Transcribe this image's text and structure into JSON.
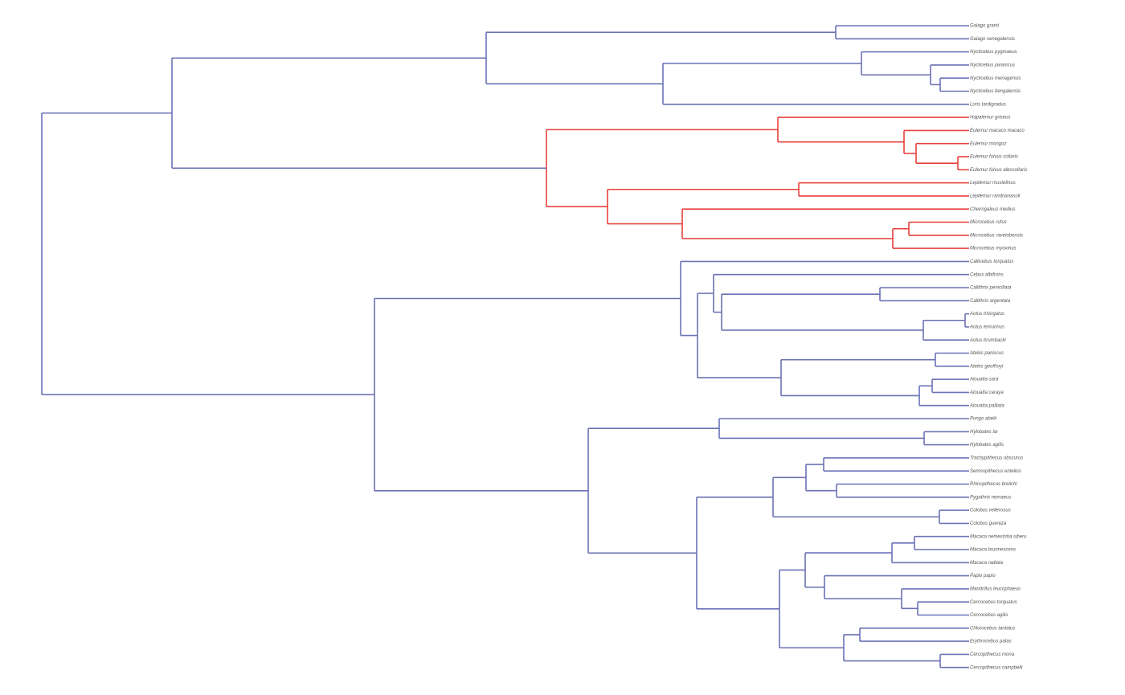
{
  "colors": {
    "default_branch": "#6b72b5",
    "highlight_branch": "#e8413c",
    "label_text": "#555555"
  },
  "tips": [
    {
      "key": "galago_granti",
      "label": "Galago granti"
    },
    {
      "key": "galago_senegalensis",
      "label": "Galago senegalensis"
    },
    {
      "key": "nycticebus_pygmaeus",
      "label": "Nycticebus pygmaeus"
    },
    {
      "key": "nycticebus_javanicus",
      "label": "Nycticebus javanicus"
    },
    {
      "key": "nycticebus_menagensis",
      "label": "Nycticebus menagensis"
    },
    {
      "key": "nycticebus_bengalensis",
      "label": "Nycticebus bengalensis"
    },
    {
      "key": "loris_tardigradus",
      "label": "Loris tardigradus"
    },
    {
      "key": "hapalemur_griseus",
      "label": "Hapalemur griseus"
    },
    {
      "key": "eulemur_macaco_macaco",
      "label": "Eulemur macaco macaco"
    },
    {
      "key": "eulemur_mongoz",
      "label": "Eulemur mongoz"
    },
    {
      "key": "eulemur_fulvus_collaris",
      "label": "Eulemur fulvus collaris"
    },
    {
      "key": "eulemur_fulvus_albocollaris",
      "label": "Eulemur fulvus albocollaris"
    },
    {
      "key": "lepilemur_mustelinus",
      "label": "Lepilemur mustelinus"
    },
    {
      "key": "lepilemur_randrianasoli",
      "label": "Lepilemur randrianasoli"
    },
    {
      "key": "cheirogaleus_medius",
      "label": "Cheirogaleus medius"
    },
    {
      "key": "microcebus_rufus",
      "label": "Microcebus rufus"
    },
    {
      "key": "microcebus_ravelobensis",
      "label": "Microcebus ravelobensis"
    },
    {
      "key": "microcebus_myoxinus",
      "label": "Microcebus myoxinus"
    },
    {
      "key": "callicebus_torquatus",
      "label": "Callicebus torquatus"
    },
    {
      "key": "cebus_albifrons",
      "label": "Cebus albifrons"
    },
    {
      "key": "callithrix_penicillata",
      "label": "Callithrix penicillata"
    },
    {
      "key": "callithrix_argentata",
      "label": "Callithrix argentata"
    },
    {
      "key": "aotus_trivirgatus",
      "label": "Aotus trivirgatus"
    },
    {
      "key": "aotus_lemurinus",
      "label": "Aotus lemurinus"
    },
    {
      "key": "aotus_brumbacki",
      "label": "Aotus brumbacki"
    },
    {
      "key": "ateles_paniscus",
      "label": "Ateles paniscus"
    },
    {
      "key": "ateles_geoffroyi",
      "label": "Ateles geoffroyi"
    },
    {
      "key": "alouatta_sara",
      "label": "Alouatta sara"
    },
    {
      "key": "alouatta_caraya",
      "label": "Alouatta caraya"
    },
    {
      "key": "alouatta_palliata",
      "label": "Alouatta palliata"
    },
    {
      "key": "pongo_abelii",
      "label": "Pongo abelii"
    },
    {
      "key": "hylobates_lar",
      "label": "Hylobates lar"
    },
    {
      "key": "hylobates_agilis",
      "label": "Hylobates agilis"
    },
    {
      "key": "trachypithecus_obscurus",
      "label": "Trachypithecus obscurus"
    },
    {
      "key": "semnopithecus_entellus",
      "label": "Semnopithecus entellus"
    },
    {
      "key": "rhinopithecus_brelichi",
      "label": "Rhinopithecus brelichi"
    },
    {
      "key": "pygathrix_nemaeus",
      "label": "Pygathrix nemaeus"
    },
    {
      "key": "colobus_vellerosus",
      "label": "Colobus vellerosus"
    },
    {
      "key": "colobus_guereza",
      "label": "Colobus guereza"
    },
    {
      "key": "macaca_nemestrina_siberu",
      "label": "Macaca nemestrina siberu"
    },
    {
      "key": "macaca_brunnescens",
      "label": "Macaca brunnescens"
    },
    {
      "key": "macaca_radiata",
      "label": "Macaca radiata"
    },
    {
      "key": "papio_papio",
      "label": "Papio papio"
    },
    {
      "key": "mandrillus_leucophaeus",
      "label": "Mandrillus leucophaeus"
    },
    {
      "key": "cercocebus_torquatus",
      "label": "Cercocebus torquatus"
    },
    {
      "key": "cercocebus_agilis",
      "label": "Cercocebus agilis"
    },
    {
      "key": "chlorocebus_tantalus",
      "label": "Chlorocebus tantalus"
    },
    {
      "key": "erythrocebus_patas",
      "label": "Erythrocebus patas"
    },
    {
      "key": "cercopithecus_mona",
      "label": "Cercopithecus mona"
    },
    {
      "key": "cercopithecus_campbelli",
      "label": "Cercopithecus campbelli"
    }
  ],
  "highlighted_clade": [
    "hapalemur_griseus",
    "eulemur_macaco_macaco",
    "eulemur_mongoz",
    "eulemur_fulvus_collaris",
    "eulemur_fulvus_albocollaris",
    "lepilemur_mustelinus",
    "lepilemur_randrianasoli",
    "cheirogaleus_medius",
    "microcebus_rufus",
    "microcebus_ravelobensis",
    "microcebus_myoxinus"
  ]
}
